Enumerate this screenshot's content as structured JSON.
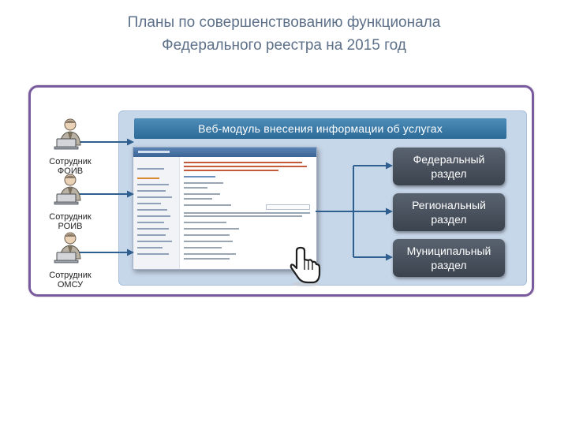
{
  "title": {
    "line1": "Планы по совершенствованию функционала",
    "line2": "Федерального реестра на 2015 год"
  },
  "module": {
    "label": "Веб-модуль внесения информации об услугах"
  },
  "employees": [
    {
      "caption": "Сотрудник\nФОИВ",
      "icon": "employee-icon"
    },
    {
      "caption": "Сотрудник\nРОИВ",
      "icon": "employee-icon"
    },
    {
      "caption": "Сотрудник\nОМСУ",
      "icon": "employee-icon"
    }
  ],
  "sections": [
    {
      "label": "Федеральный\nраздел"
    },
    {
      "label": "Региональный\nраздел"
    },
    {
      "label": "Муниципальный\nраздел"
    }
  ],
  "colors": {
    "title": "#5d7089",
    "frame": "#7a5a9e",
    "panel": "#c7d7ea",
    "module_bar": "#2c6a98",
    "section_button": "#434c57",
    "arrow": "#2e5f8f"
  },
  "icons": {
    "cursor": "hand-pointer-icon",
    "screenshot": "web-page-screenshot"
  }
}
